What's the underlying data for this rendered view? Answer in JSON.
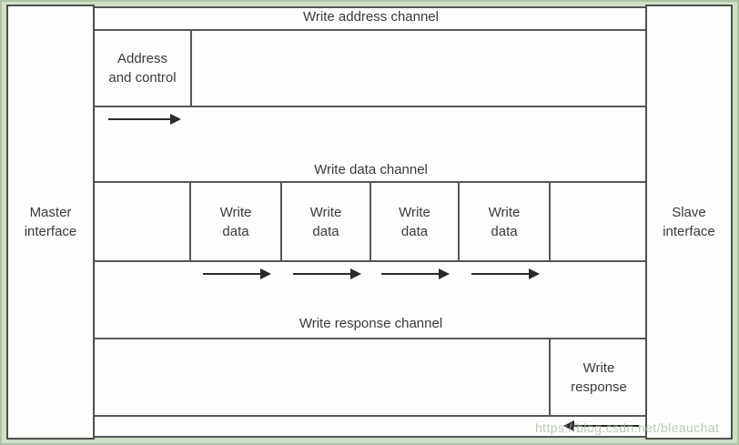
{
  "palette": {
    "background": "#cfe0c6",
    "surface": "#fdfefb",
    "line_color": "#565656",
    "arrow_color": "#2a2a2a",
    "text_color": "#3a3a3a",
    "watermark_color": "#b2bdb2"
  },
  "interfaces": {
    "master_label": "Master\ninterface",
    "slave_label": "Slave\ninterface"
  },
  "channels": {
    "address": {
      "title": "Write address channel",
      "box_label": "Address\nand control"
    },
    "data": {
      "title": "Write data channel",
      "boxes": [
        "Write\ndata",
        "Write\ndata",
        "Write\ndata",
        "Write\ndata"
      ]
    },
    "response": {
      "title": "Write response channel",
      "box_label": "Write\nresponse"
    }
  },
  "icons": {
    "address_flow": "right-arrow",
    "data_flow": "right-arrow",
    "response_flow": "left-arrow"
  },
  "watermark_text": "https://blog.csdn.net/bleauchat"
}
